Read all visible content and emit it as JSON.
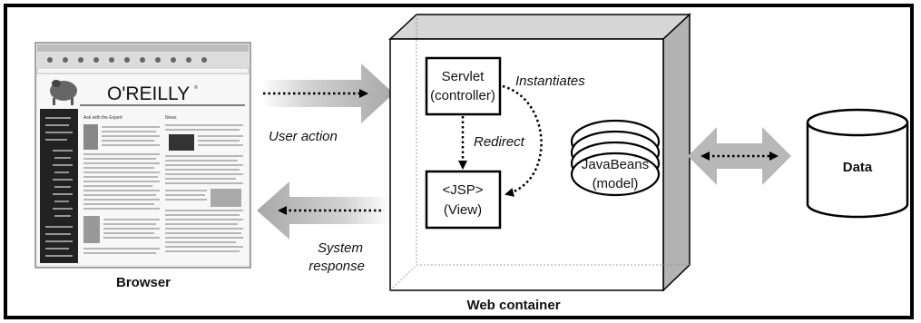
{
  "diagram": {
    "browser": {
      "label": "Browser",
      "logo_text": "O'REILLY",
      "logo_mark": "®",
      "page_heading_left": "Ask with the Expert",
      "page_heading_right": "News"
    },
    "arrows": {
      "user_action": "User action",
      "system_response_line1": "System",
      "system_response_line2": "response",
      "instantiates": "Instantiates",
      "redirect": "Redirect"
    },
    "web_container": {
      "label": "Web container",
      "servlet_line1": "Servlet",
      "servlet_line2": "(controller)",
      "jsp_line1": "<JSP>",
      "jsp_line2": "(View)",
      "beans_line1": "JavaBeans",
      "beans_line2": "(model)"
    },
    "data_store": {
      "label": "Data"
    },
    "colors": {
      "arrow_gray": "#a9a9a9",
      "box_gray": "#c8c8c8",
      "sidebar_dark": "#222222"
    }
  }
}
